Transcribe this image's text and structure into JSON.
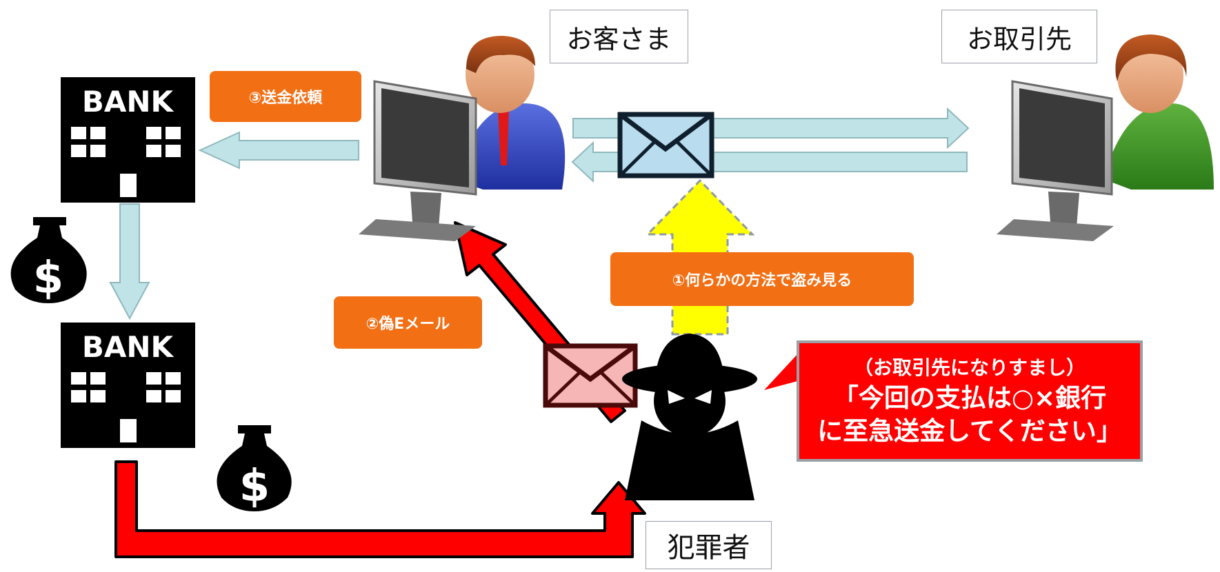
{
  "labels": {
    "customer": "お客さま",
    "partner": "お取引先",
    "criminal": "犯罪者"
  },
  "steps": {
    "step1": "①何らかの方法で盗み見る",
    "step2": "②偽Eメール",
    "step3": "③送金依頼"
  },
  "callout": {
    "line1": "（お取引先になりすまし）",
    "line2": "「今回の支払は○×銀行",
    "line3": "に至急送金してください」"
  },
  "bank": {
    "top_label": "BANK",
    "bottom_label": "BANK"
  },
  "money_symbol": "$",
  "colors": {
    "accent_orange": "#f26f14",
    "alert_red": "#ff0000",
    "flow_arrow": "#bfe3e6",
    "highlight_yellow": "#ffff00",
    "envelope_blue": "#b9dcef",
    "envelope_pink": "#f7b6b6"
  },
  "icons": [
    "bank-icon",
    "money-bag-icon",
    "computer-user-icon",
    "envelope-icon",
    "criminal-icon"
  ]
}
